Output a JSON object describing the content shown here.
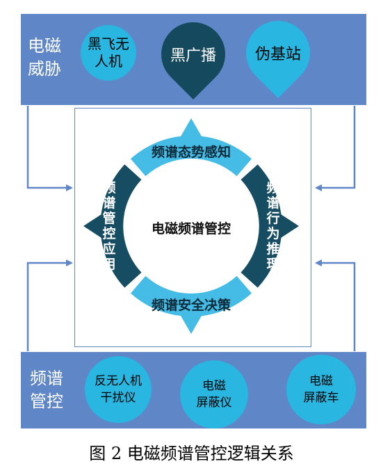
{
  "top_panel": {
    "label": [
      "电磁",
      "威胁"
    ],
    "items": [
      {
        "lines": [
          "黑飞无",
          "人机"
        ]
      },
      {
        "lines": [
          "黑广播"
        ]
      },
      {
        "lines": [
          "伪基站"
        ]
      }
    ]
  },
  "bottom_panel": {
    "label": [
      "频谱",
      "管控"
    ],
    "items": [
      {
        "lines": [
          "反无人机",
          "干扰仪"
        ]
      },
      {
        "lines": [
          "电磁",
          "屏蔽仪"
        ]
      },
      {
        "lines": [
          "电磁",
          "屏蔽车"
        ]
      }
    ]
  },
  "center": {
    "title": "电磁频谱管控",
    "ring": {
      "top": "频谱态势感知",
      "right": [
        "频",
        "谱",
        "行",
        "为",
        "推",
        "理"
      ],
      "bottom": "频谱安全决策",
      "left": [
        "频",
        "谱",
        "管",
        "控",
        "应",
        "用"
      ]
    }
  },
  "colors": {
    "panel": "#5f86c6",
    "cyan": "#29b6e0",
    "dark_teal": "#154a5e",
    "ring_light": "#44bce5",
    "ring_dark": "#164d63"
  },
  "caption": "图 2 电磁频谱管控逻辑关系"
}
